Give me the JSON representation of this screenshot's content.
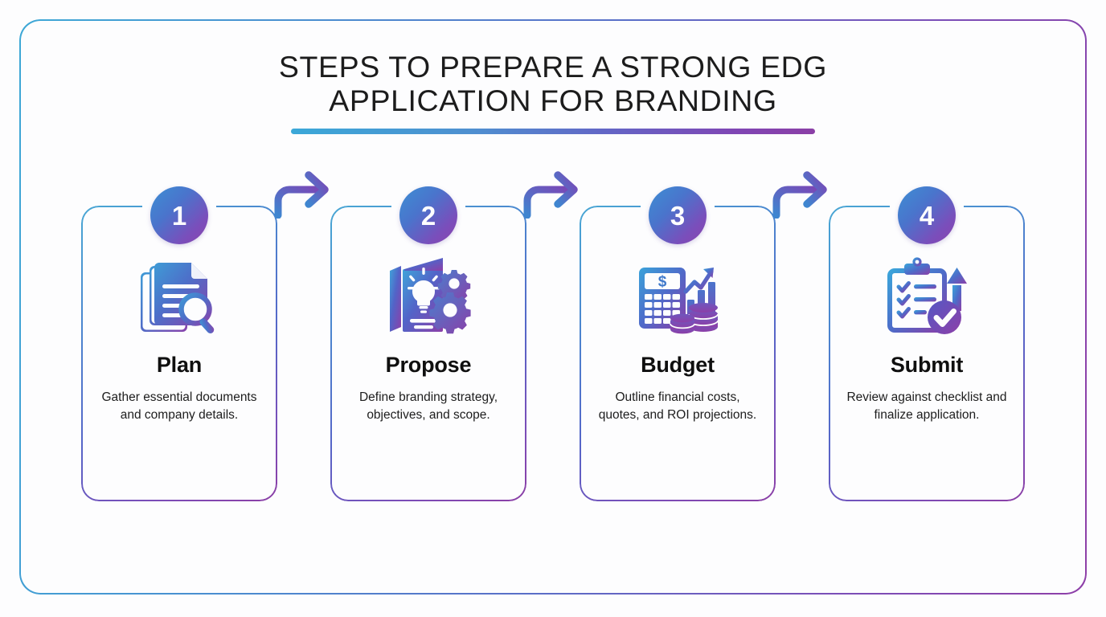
{
  "title": {
    "line1": "STEPS TO PREPARE A STRONG EDG",
    "line2": "APPLICATION FOR BRANDING"
  },
  "theme": {
    "gradient_start": "#3ba8d8",
    "gradient_mid": "#5566c8",
    "gradient_end": "#8b3fa6",
    "background": "#fdfdfe",
    "text_color": "#1c1c1c"
  },
  "steps": [
    {
      "number": "1",
      "title": "Plan",
      "description": "Gather essential documents and company details.",
      "icon": "documents-search-icon"
    },
    {
      "number": "2",
      "title": "Propose",
      "description": "Define branding strategy, objectives, and scope.",
      "icon": "brochure-lightbulb-gears-icon"
    },
    {
      "number": "3",
      "title": "Budget",
      "description": "Outline financial costs, quotes, and ROI projections.",
      "icon": "calculator-coins-chart-icon"
    },
    {
      "number": "4",
      "title": "Submit",
      "description": "Review against checklist and finalize application.",
      "icon": "clipboard-checkmark-icon"
    }
  ],
  "connectors": [
    {
      "name": "arrow-step1-to-step2"
    },
    {
      "name": "arrow-step2-to-step3"
    },
    {
      "name": "arrow-step3-to-step4"
    }
  ]
}
